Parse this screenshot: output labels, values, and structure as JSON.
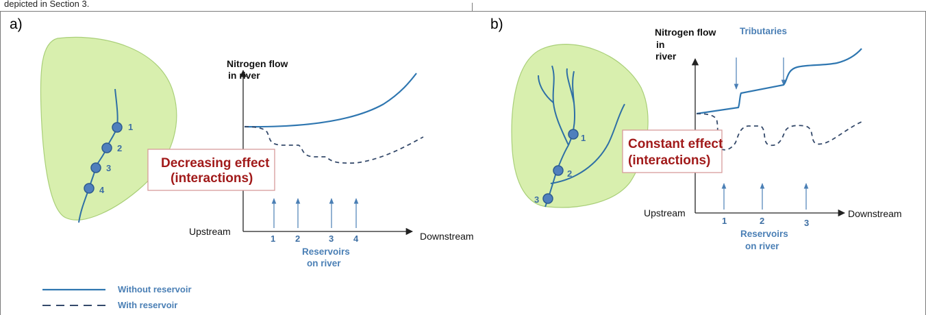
{
  "header_fragment": "depicted in Section 3.",
  "panels": [
    {
      "letter": "a)",
      "y_title_line1": "Nitrogen flow",
      "y_title_line2": "in  river",
      "x_start": "Upstream",
      "x_end": "Downstream",
      "effect_line1": "Decreasing effect",
      "effect_line2": "(interactions)",
      "reservoirs_line1": "Reservoirs",
      "reservoirs_line2": "on river",
      "reservoir_numbers": [
        "1",
        "2",
        "3",
        "4"
      ],
      "basin_node_numbers": [
        "1",
        "2",
        "3",
        "4"
      ]
    },
    {
      "letter": "b)",
      "y_title_line1": "Nitrogen flow",
      "y_title_line2": "in",
      "y_title_line3": "river",
      "x_start": "Upstream",
      "x_end": "Downstream",
      "effect_line1": "Constant effect",
      "effect_line2": "(interactions)",
      "tributaries": "Tributaries",
      "reservoirs_line1": "Reservoirs",
      "reservoirs_line2": "on river",
      "reservoir_numbers": [
        "1",
        "2",
        "3"
      ],
      "basin_node_numbers": [
        "1",
        "2",
        "3"
      ]
    }
  ],
  "legend": {
    "without": "Without reservoir",
    "with": "With reservoir"
  },
  "colors": {
    "solid_line": "#2e76b0",
    "dashed_line": "#34496a",
    "basin_fill": "#d8efae",
    "effect_text": "#a11a1a",
    "label_blue": "#4a7fb5"
  }
}
